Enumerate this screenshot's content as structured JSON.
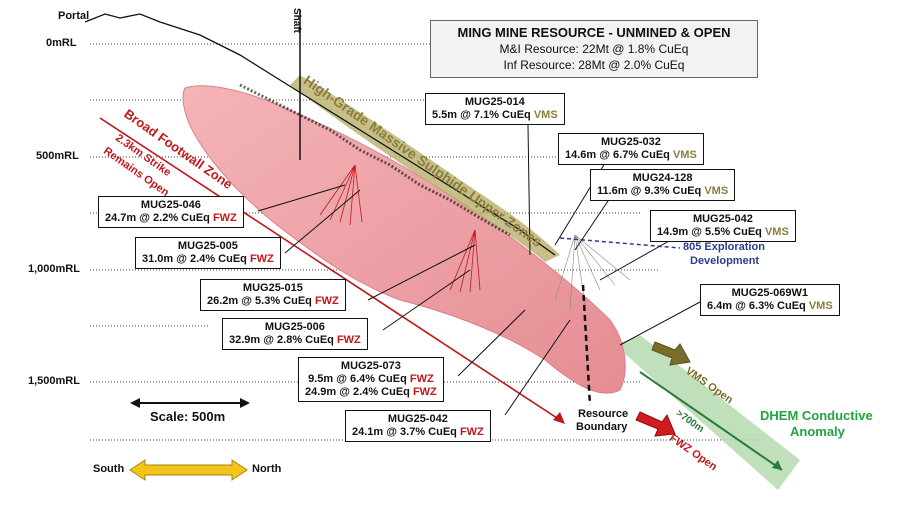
{
  "title_box": {
    "title": "MING MINE RESOURCE - UNMINED & OPEN",
    "mi": "M&I Resource: 22Mt @ 1.8% CuEq",
    "inf": "Inf Resource: 28Mt @ 2.0% CuEq"
  },
  "levels": [
    "0mRL",
    "500mRL",
    "1,000mRL",
    "1,500mRL"
  ],
  "labels": {
    "portal": "Portal",
    "shaft": "Shaft",
    "hg_zone": "High-Grade Massive Sulphide Upper Zones",
    "broad_fw": "Broad Footwall Zone",
    "strike_1": "2.3km Strike",
    "strike_2": "Remains Open",
    "exploration_1": "805 Exploration",
    "exploration_2": "Development",
    "boundary_1": "Resource",
    "boundary_2": "Boundary",
    "vms_open": "VMS Open",
    "fwz_open": "FWZ Open",
    "dist_700": ">700m",
    "dhem_1": "DHEM Conductive",
    "dhem_2": "Anomaly",
    "scale": "Scale: 500m",
    "south": "South",
    "north": "North"
  },
  "callouts": [
    {
      "id": "mug25-014",
      "hole": "MUG25-014",
      "interval": "5.5m @ 7.1% CuEq",
      "tag": "VMS"
    },
    {
      "id": "mug25-032",
      "hole": "MUG25-032",
      "interval": "14.6m @ 6.7% CuEq",
      "tag": "VMS"
    },
    {
      "id": "mug24-128",
      "hole": "MUG24-128",
      "interval": "11.6m @ 9.3% CuEq",
      "tag": "VMS"
    },
    {
      "id": "mug25-042a",
      "hole": "MUG25-042",
      "interval": "14.9m @ 5.5% CuEq",
      "tag": "VMS"
    },
    {
      "id": "mug25-069w1",
      "hole": "MUG25-069W1",
      "interval": "6.4m @ 6.3% CuEq",
      "tag": "VMS"
    },
    {
      "id": "mug25-046",
      "hole": "MUG25-046",
      "interval": "24.7m @ 2.2% CuEq",
      "tag": "FWZ"
    },
    {
      "id": "mug25-005",
      "hole": "MUG25-005",
      "interval": "31.0m @ 2.4% CuEq",
      "tag": "FWZ"
    },
    {
      "id": "mug25-015",
      "hole": "MUG25-015",
      "interval": "26.2m @ 5.3% CuEq",
      "tag": "FWZ"
    },
    {
      "id": "mug25-006",
      "hole": "MUG25-006",
      "interval": "32.9m @ 2.8% CuEq",
      "tag": "FWZ"
    },
    {
      "id": "mug25-073",
      "hole": "MUG25-073",
      "interval": "9.5m @ 6.4% CuEq",
      "tag": "FWZ",
      "interval2": "24.9m @ 2.4% CuEq",
      "tag2": "FWZ"
    },
    {
      "id": "mug25-042b",
      "hole": "MUG25-042",
      "interval": "24.1m @ 3.7% CuEq",
      "tag": "FWZ"
    }
  ]
}
